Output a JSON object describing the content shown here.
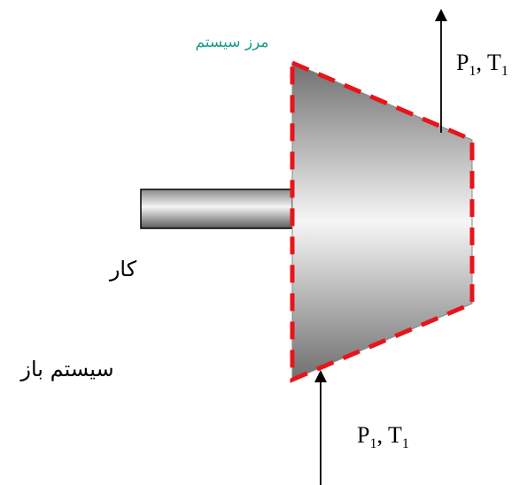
{
  "labels": {
    "system_boundary": "مرز سیستم",
    "work": "کار",
    "open_system": "سیستم باز",
    "outlet_state": {
      "P": "P",
      "sub1": "1",
      "sep": ", T",
      "sub2": "1"
    },
    "inlet_state": {
      "P": "P",
      "sub1": "1",
      "sep": ", T",
      "sub2": "1"
    }
  },
  "colors": {
    "boundary": "#e8141b",
    "boundary_label": "#1a9c8c",
    "arrow": "#000000",
    "text": "#000000"
  }
}
